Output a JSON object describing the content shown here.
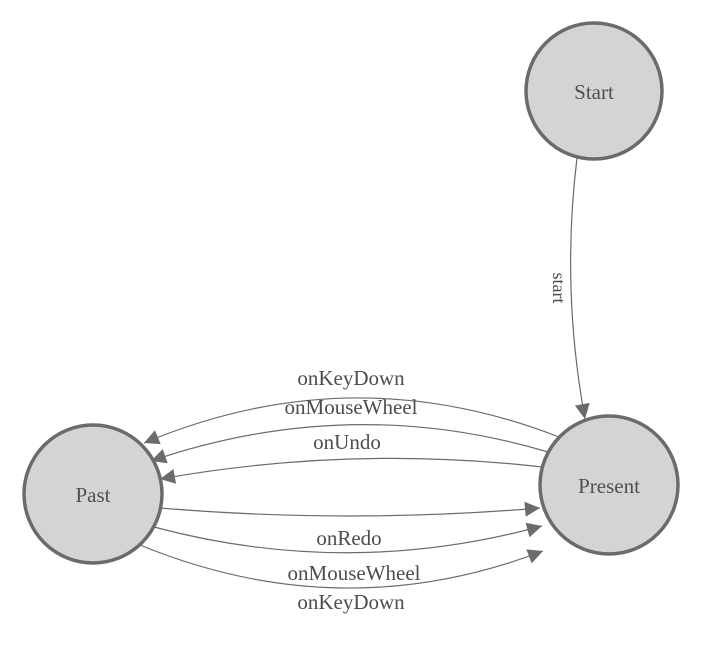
{
  "diagram": {
    "type": "state-machine",
    "colors": {
      "background": "#ffffff",
      "node_fill": "#d4d4d4",
      "node_border": "#6b6b6b",
      "edge_stroke": "#6b6b6b",
      "arrowhead_fill": "#6b6b6b",
      "label_color": "#4d4d4d"
    },
    "nodes": [
      {
        "id": "start",
        "label": "Start"
      },
      {
        "id": "present",
        "label": "Present"
      },
      {
        "id": "past",
        "label": "Past"
      }
    ],
    "edges": [
      {
        "from": "Start",
        "to": "Present",
        "label": "start"
      },
      {
        "from": "Present",
        "to": "Past",
        "label": "onKeyDown"
      },
      {
        "from": "Present",
        "to": "Past",
        "label": "onMouseWheel"
      },
      {
        "from": "Present",
        "to": "Past",
        "label": "onUndo"
      },
      {
        "from": "Past",
        "to": "Present",
        "label": "onRedo"
      },
      {
        "from": "Past",
        "to": "Present",
        "label": "onMouseWheel"
      },
      {
        "from": "Past",
        "to": "Present",
        "label": "onKeyDown"
      }
    ]
  }
}
